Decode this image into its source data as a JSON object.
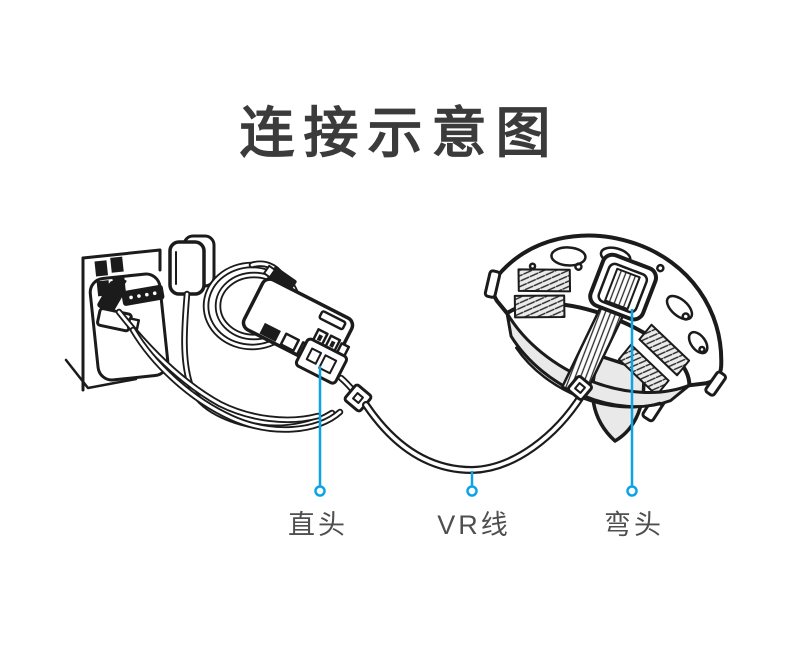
{
  "page": {
    "title": "连接示意图",
    "background_color": "#ffffff"
  },
  "colors": {
    "title_text": "#3b3b3b",
    "label_text": "#4f4f4f",
    "line_art": "#1b1b1b",
    "callout_accent": "#0ea3e4",
    "shade_gray": "#e9e9e9"
  },
  "callouts": [
    {
      "id": "straight-connector",
      "label": "直头"
    },
    {
      "id": "vr-cable",
      "label": "VR线"
    },
    {
      "id": "bent-connector",
      "label": "弯头"
    }
  ],
  "illustration_parts": [
    "computer-rear-panel",
    "power-adapter",
    "usb-plug",
    "cable-coil",
    "adapter-hub",
    "straight-connector",
    "vr-cable",
    "bent-connector",
    "vr-headset"
  ]
}
